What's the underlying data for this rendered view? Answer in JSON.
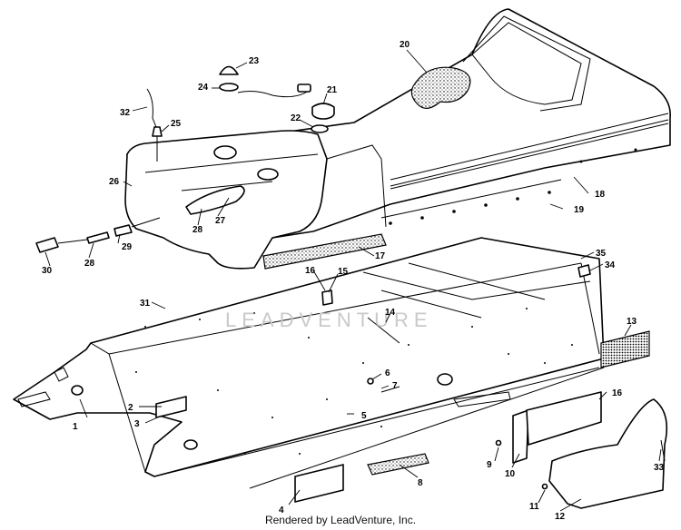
{
  "watermark": "LEADVENTURE",
  "footer": "Rendered by LeadVenture, Inc.",
  "callouts": [
    "1",
    "2",
    "3",
    "4",
    "5",
    "6",
    "7",
    "8",
    "9",
    "10",
    "11",
    "12",
    "13",
    "14",
    "15",
    "16",
    "16",
    "17",
    "18",
    "19",
    "20",
    "21",
    "22",
    "23",
    "24",
    "25",
    "26",
    "27",
    "28",
    "28",
    "29",
    "30",
    "31",
    "32",
    "33",
    "34",
    "35"
  ]
}
